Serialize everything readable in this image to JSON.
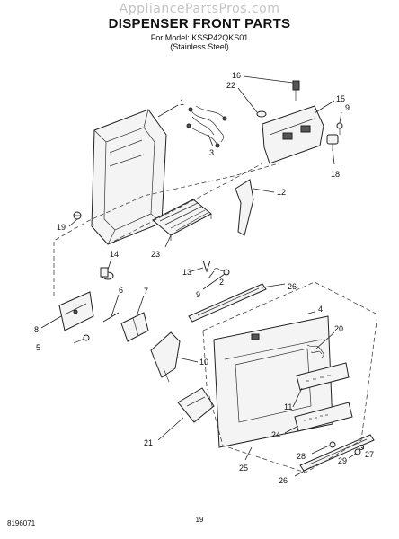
{
  "watermark": "AppliancePartsPros.com",
  "header": {
    "title": "DISPENSER FRONT PARTS",
    "model_line": "For Model: KSSP42QKS01",
    "finish_line": "(Stainless Steel)"
  },
  "callouts": [
    "1",
    "2",
    "3",
    "4",
    "5",
    "6",
    "7",
    "8",
    "9",
    "9",
    "10",
    "11",
    "12",
    "13",
    "14",
    "15",
    "16",
    "18",
    "19",
    "20",
    "21",
    "22",
    "23",
    "24",
    "25",
    "26",
    "26",
    "27",
    "28",
    "29"
  ],
  "footer": {
    "doc_number": "8196071",
    "page_number": "19"
  }
}
